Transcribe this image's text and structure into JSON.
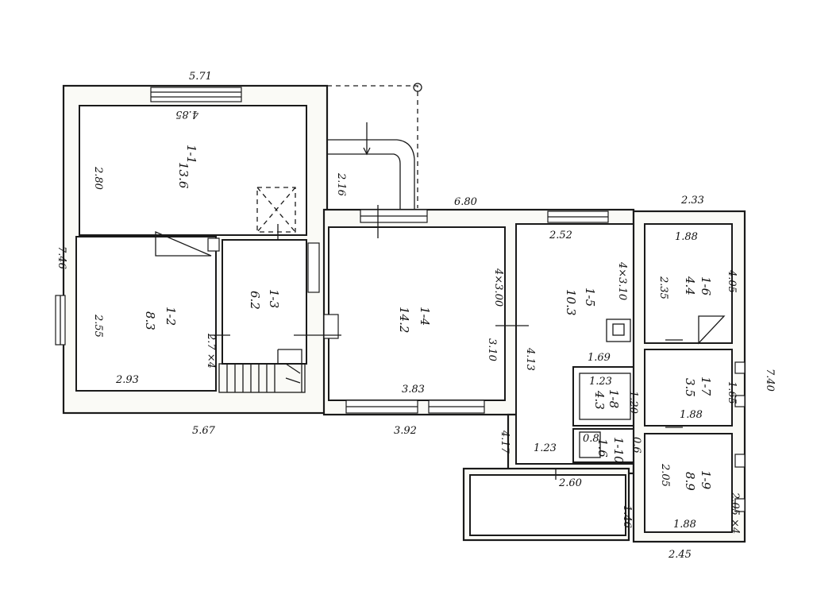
{
  "plan": {
    "outer_dims": {
      "top_left_width": "5.71",
      "left_height": "7.46",
      "bottom_left_width": "5.67",
      "middle_top_width": "6.80",
      "right_top_width": "2.33",
      "middle_bottom_width": "3.92",
      "right_height": "7.40",
      "bottom_right_width": "2.45",
      "right_bottom_inner": "2.60",
      "passage_height": "4.17"
    },
    "rooms": [
      {
        "id": "room-1-1",
        "number": "1-1",
        "area": "13.6",
        "width": "4.85",
        "height": "2.80"
      },
      {
        "id": "room-1-2",
        "number": "1-2",
        "area": "8.3",
        "width": "2.93",
        "height": "2.55"
      },
      {
        "id": "room-1-3",
        "number": "1-3",
        "area": "6.2",
        "height": "2.7 ×4"
      },
      {
        "id": "room-1-4",
        "number": "1-4",
        "area": "14.2",
        "width": "3.83",
        "height": "4×3.00",
        "height2": "3.10"
      },
      {
        "id": "room-1-5",
        "number": "1-5",
        "area": "10.3",
        "width": "2.52",
        "height": "4×3.10",
        "height2": "4.13"
      },
      {
        "id": "room-1-6",
        "number": "1-6",
        "area": "4.4",
        "width": "1.88",
        "height": "2.35",
        "height2": "4.05"
      },
      {
        "id": "room-1-7",
        "number": "1-7",
        "area": "3.5",
        "width": "1.88",
        "height": "1.65"
      },
      {
        "id": "room-1-8",
        "number": "1-8",
        "area": "4.3",
        "width": "1.23",
        "height": "1.20"
      },
      {
        "id": "room-1-9",
        "number": "1-9",
        "area": "8.9",
        "width": "1.88",
        "height": "2.05",
        "height2": "2.05 ×4"
      },
      {
        "id": "room-1-10",
        "number": "1-10",
        "area": "1.6",
        "width": "0.8",
        "height": "0.6"
      }
    ],
    "misc": {
      "passage_width": "2.16",
      "corridor_bottom": "1.23",
      "corridor_inner": "1.69",
      "veranda_height": "1.46",
      "upper_bath": "1.23"
    }
  }
}
